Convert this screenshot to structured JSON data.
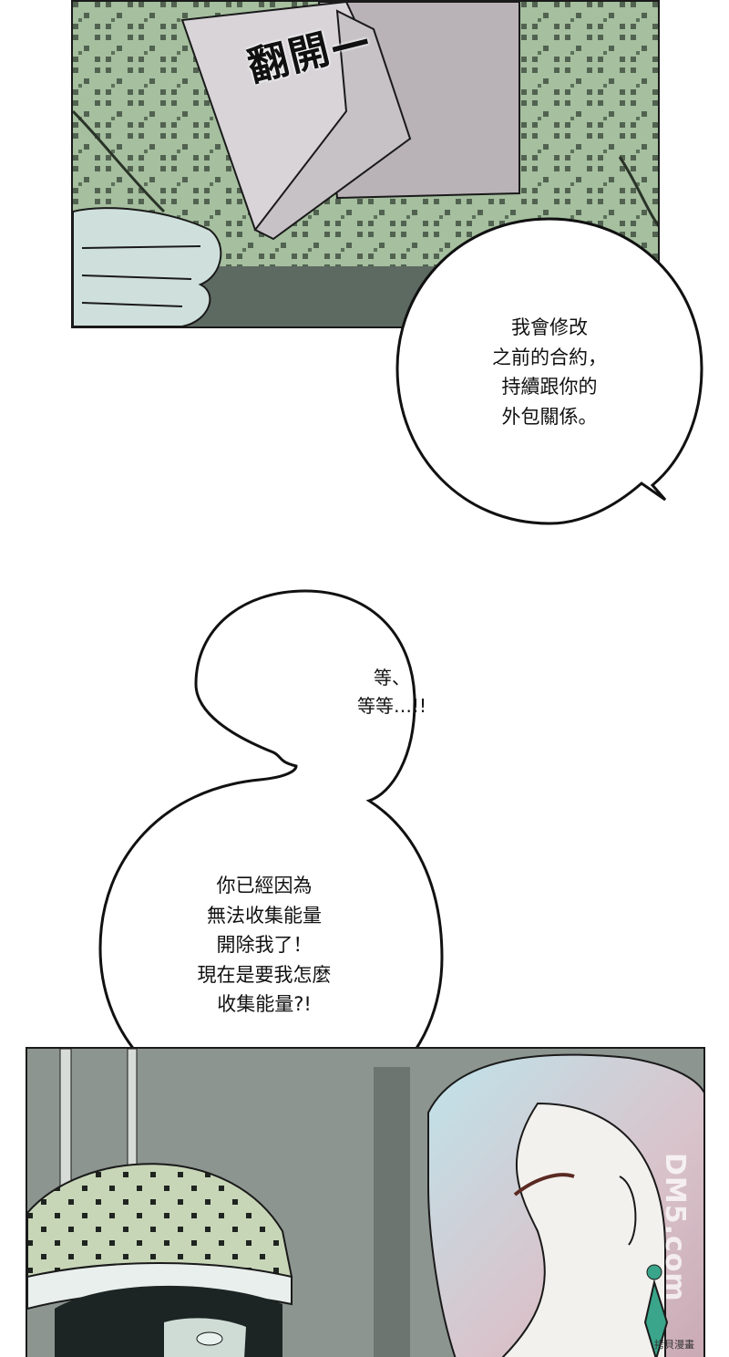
{
  "sfx": {
    "text": "翻開—"
  },
  "bubbles": {
    "contract": {
      "lines": [
        "我會修改",
        "之前的合約，",
        "持續跟你的",
        "外包關係。"
      ]
    },
    "wait": {
      "lines": [
        "等、",
        "等等…!!"
      ]
    },
    "fired": {
      "lines": [
        "你已經因為",
        "無法收集能量",
        "開除我了！",
        "現在是要我怎麼",
        "收集能量?!"
      ]
    }
  },
  "watermark": {
    "site": "DM5.com",
    "credit": "拷貝漫畫"
  },
  "colors": {
    "panel_top_bg": "#9fb99a",
    "panel_bottom_bg": "#8c9590",
    "hair_pink_blue": "#c9a9b4",
    "earring": "#3aa58a"
  }
}
